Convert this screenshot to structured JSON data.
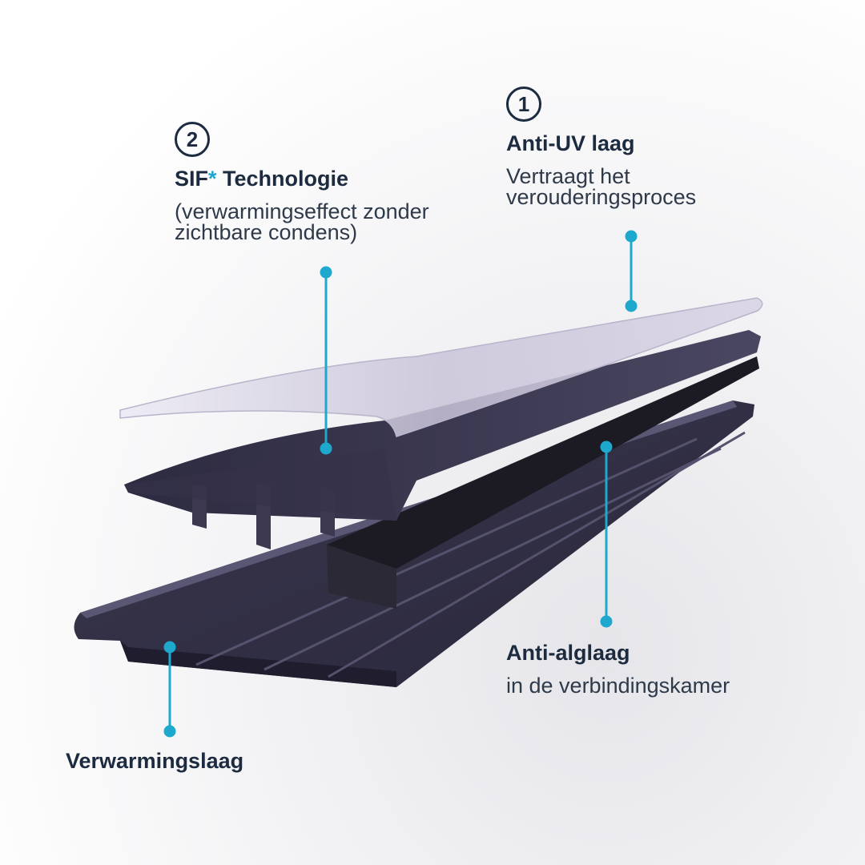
{
  "accent_color": "#1ea8cd",
  "text_color": "#1c2b3f",
  "callouts": {
    "anti_uv": {
      "number": "1",
      "title": "Anti-UV laag",
      "desc_lines": [
        "Vertraagt het",
        "verouderingsproces"
      ]
    },
    "sif": {
      "number": "2",
      "title_main": "SIF",
      "title_asterisk": "*",
      "title_rest": " Technologie",
      "desc_lines": [
        "(verwarmingseffect zonder",
        "zichtbare condens)"
      ]
    },
    "anti_alg": {
      "title": "Anti-alglaag",
      "desc_lines": [
        "in de verbindingskamer"
      ]
    },
    "verwarming": {
      "title": "Verwarmingslaag"
    }
  }
}
